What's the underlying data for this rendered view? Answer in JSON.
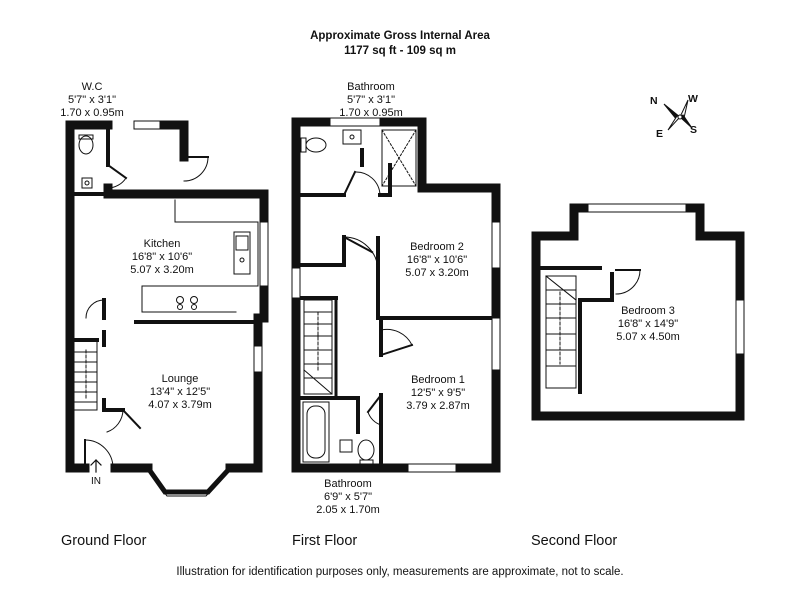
{
  "header": {
    "title": "Approximate Gross Internal Area",
    "area": "1177 sq ft - 109 sq m"
  },
  "compass": {
    "n": "N",
    "w": "W",
    "e": "E",
    "s": "S"
  },
  "entrance": "IN",
  "rooms": {
    "wc": {
      "name": "W.C",
      "imperial": "5'7\" x 3'1\"",
      "metric": "1.70 x 0.95m"
    },
    "kitchen": {
      "name": "Kitchen",
      "imperial": "16'8\" x 10'6\"",
      "metric": "5.07 x 3.20m"
    },
    "lounge": {
      "name": "Lounge",
      "imperial": "13'4\" x 12'5\"",
      "metric": "4.07 x 3.79m"
    },
    "bathroom_upper": {
      "name": "Bathroom",
      "imperial": "5'7\" x 3'1\"",
      "metric": "1.70 x 0.95m"
    },
    "bedroom2": {
      "name": "Bedroom 2",
      "imperial": "16'8\" x 10'6\"",
      "metric": "5.07 x 3.20m"
    },
    "bedroom1": {
      "name": "Bedroom 1",
      "imperial": "12'5\" x 9'5\"",
      "metric": "3.79 x 2.87m"
    },
    "bathroom_lower": {
      "name": "Bathroom",
      "imperial": "6'9\" x 5'7\"",
      "metric": "2.05 x 1.70m"
    },
    "bedroom3": {
      "name": "Bedroom 3",
      "imperial": "16'8\" x 14'9\"",
      "metric": "5.07 x 4.50m"
    }
  },
  "floors": {
    "ground": "Ground Floor",
    "first": "First Floor",
    "second": "Second Floor"
  },
  "footer": "Illustration for identification purposes only, measurements are approximate, not to scale."
}
